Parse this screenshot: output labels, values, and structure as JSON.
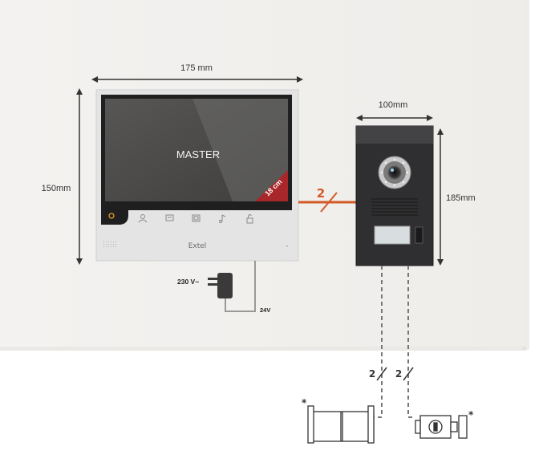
{
  "dimensions": {
    "monitor_width": "175 mm",
    "monitor_height": "150mm",
    "station_width": "100mm",
    "station_height": "185mm"
  },
  "monitor": {
    "screen_label": "MASTER",
    "screen_size_badge": "18 cm",
    "brand": "Extel"
  },
  "wiring": {
    "main_link_wires": "2",
    "power_voltage": "230 V~",
    "adapter_voltage": "24V",
    "gate_wires": "2",
    "lock_wires": "2"
  },
  "accessories": {
    "gate_marker": "*",
    "lock_marker": "*"
  },
  "colors": {
    "wall": "#f2f0ee",
    "monitor_frame": "#e3e3e3",
    "screen": "#4d4c4b",
    "station_body": "#2f2f31",
    "link_accent": "#d35a26",
    "badge": "#a8272a"
  }
}
